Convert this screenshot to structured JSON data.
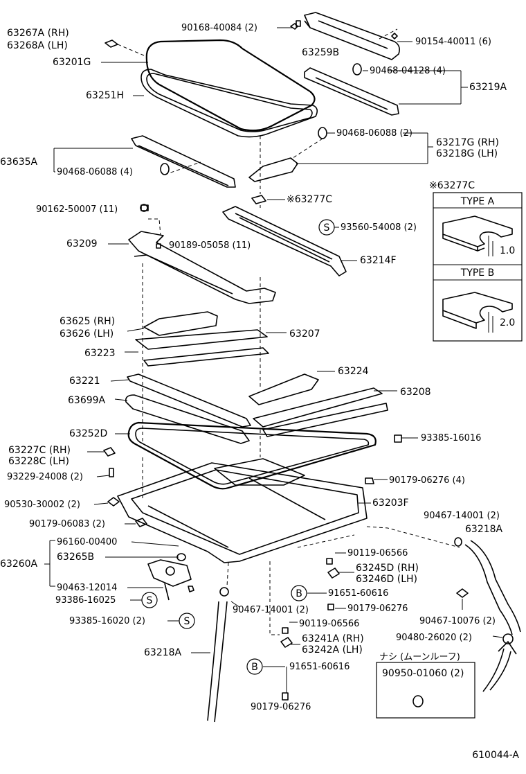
{
  "labels": {
    "l63267": "63267A (RH)",
    "l63268": "63268A (LH)",
    "l63201": "63201G",
    "l63251": "63251H",
    "l63635": "63635A",
    "l90468_4": "90468-06088 (4)",
    "l90162": "90162-50007 (11)",
    "l63209": "63209",
    "l90189": "90189-05058 (11)",
    "l63625": "63625 (RH)",
    "l63626": "63626 (LH)",
    "l63223": "63223",
    "l63221": "63221",
    "l63699": "63699A",
    "l63252": "63252D",
    "l63227": "63227C (RH)",
    "l63228": "63228C (LH)",
    "l93229": "93229-24008 (2)",
    "l90530": "90530-30002 (2)",
    "l90179_83": "90179-06083 (2)",
    "l63260": "63260A",
    "l96160": "96160-00400",
    "l63265": "63265B",
    "l90463": "90463-12014",
    "l93386": "93386-16025",
    "l93385_20": "93385-16020 (2)",
    "l63218_left": "63218A",
    "l90168": "90168-40084 (2)",
    "l63259": "63259B",
    "l90154": "90154-40011 (6)",
    "l90468_04128": "90468-04128 (4)",
    "l63219": "63219A",
    "l90468_2": "90468-06088 (2)",
    "l63217": "63217G (RH)",
    "l63218g": "63218G (LH)",
    "l63277c_call": "※63277C",
    "l93560": "93560-54008 (2)",
    "l63214": "63214F",
    "l63207": "63207",
    "l63224": "63224",
    "l63208": "63208",
    "l93385_16": "93385-16016",
    "l90179_4": "90179-06276 (4)",
    "l63203": "63203F",
    "l90467_right": "90467-14001 (2)",
    "l63218_right": "63218A",
    "l90119_a": "90119-06566",
    "l63245": "63245D (RH)",
    "l63246": "63246D (LH)",
    "l91651_a": "91651-60616",
    "l90179_b": "90179-06276",
    "l90467_center": "90467-14001 (2)",
    "l90119_b": "90119-06566",
    "l63241": "63241A (RH)",
    "l63242": "63242A (LH)",
    "l91651_b": "91651-60616",
    "l90179_c": "90179-06276",
    "l90467_10076": "90467-10076 (2)",
    "l90480": "90480-26020 (2)"
  },
  "markers": {
    "s": "S",
    "b": "B"
  },
  "inset": {
    "title": "※63277C",
    "type_a": "TYPE A",
    "dim_a": "1.0",
    "type_b": "TYPE B",
    "dim_b": "2.0"
  },
  "moonroof_box": {
    "heading": "ナシ (ムーンルーフ)",
    "part": "90950-01060 (2)"
  },
  "diagram_code": "610044-A"
}
